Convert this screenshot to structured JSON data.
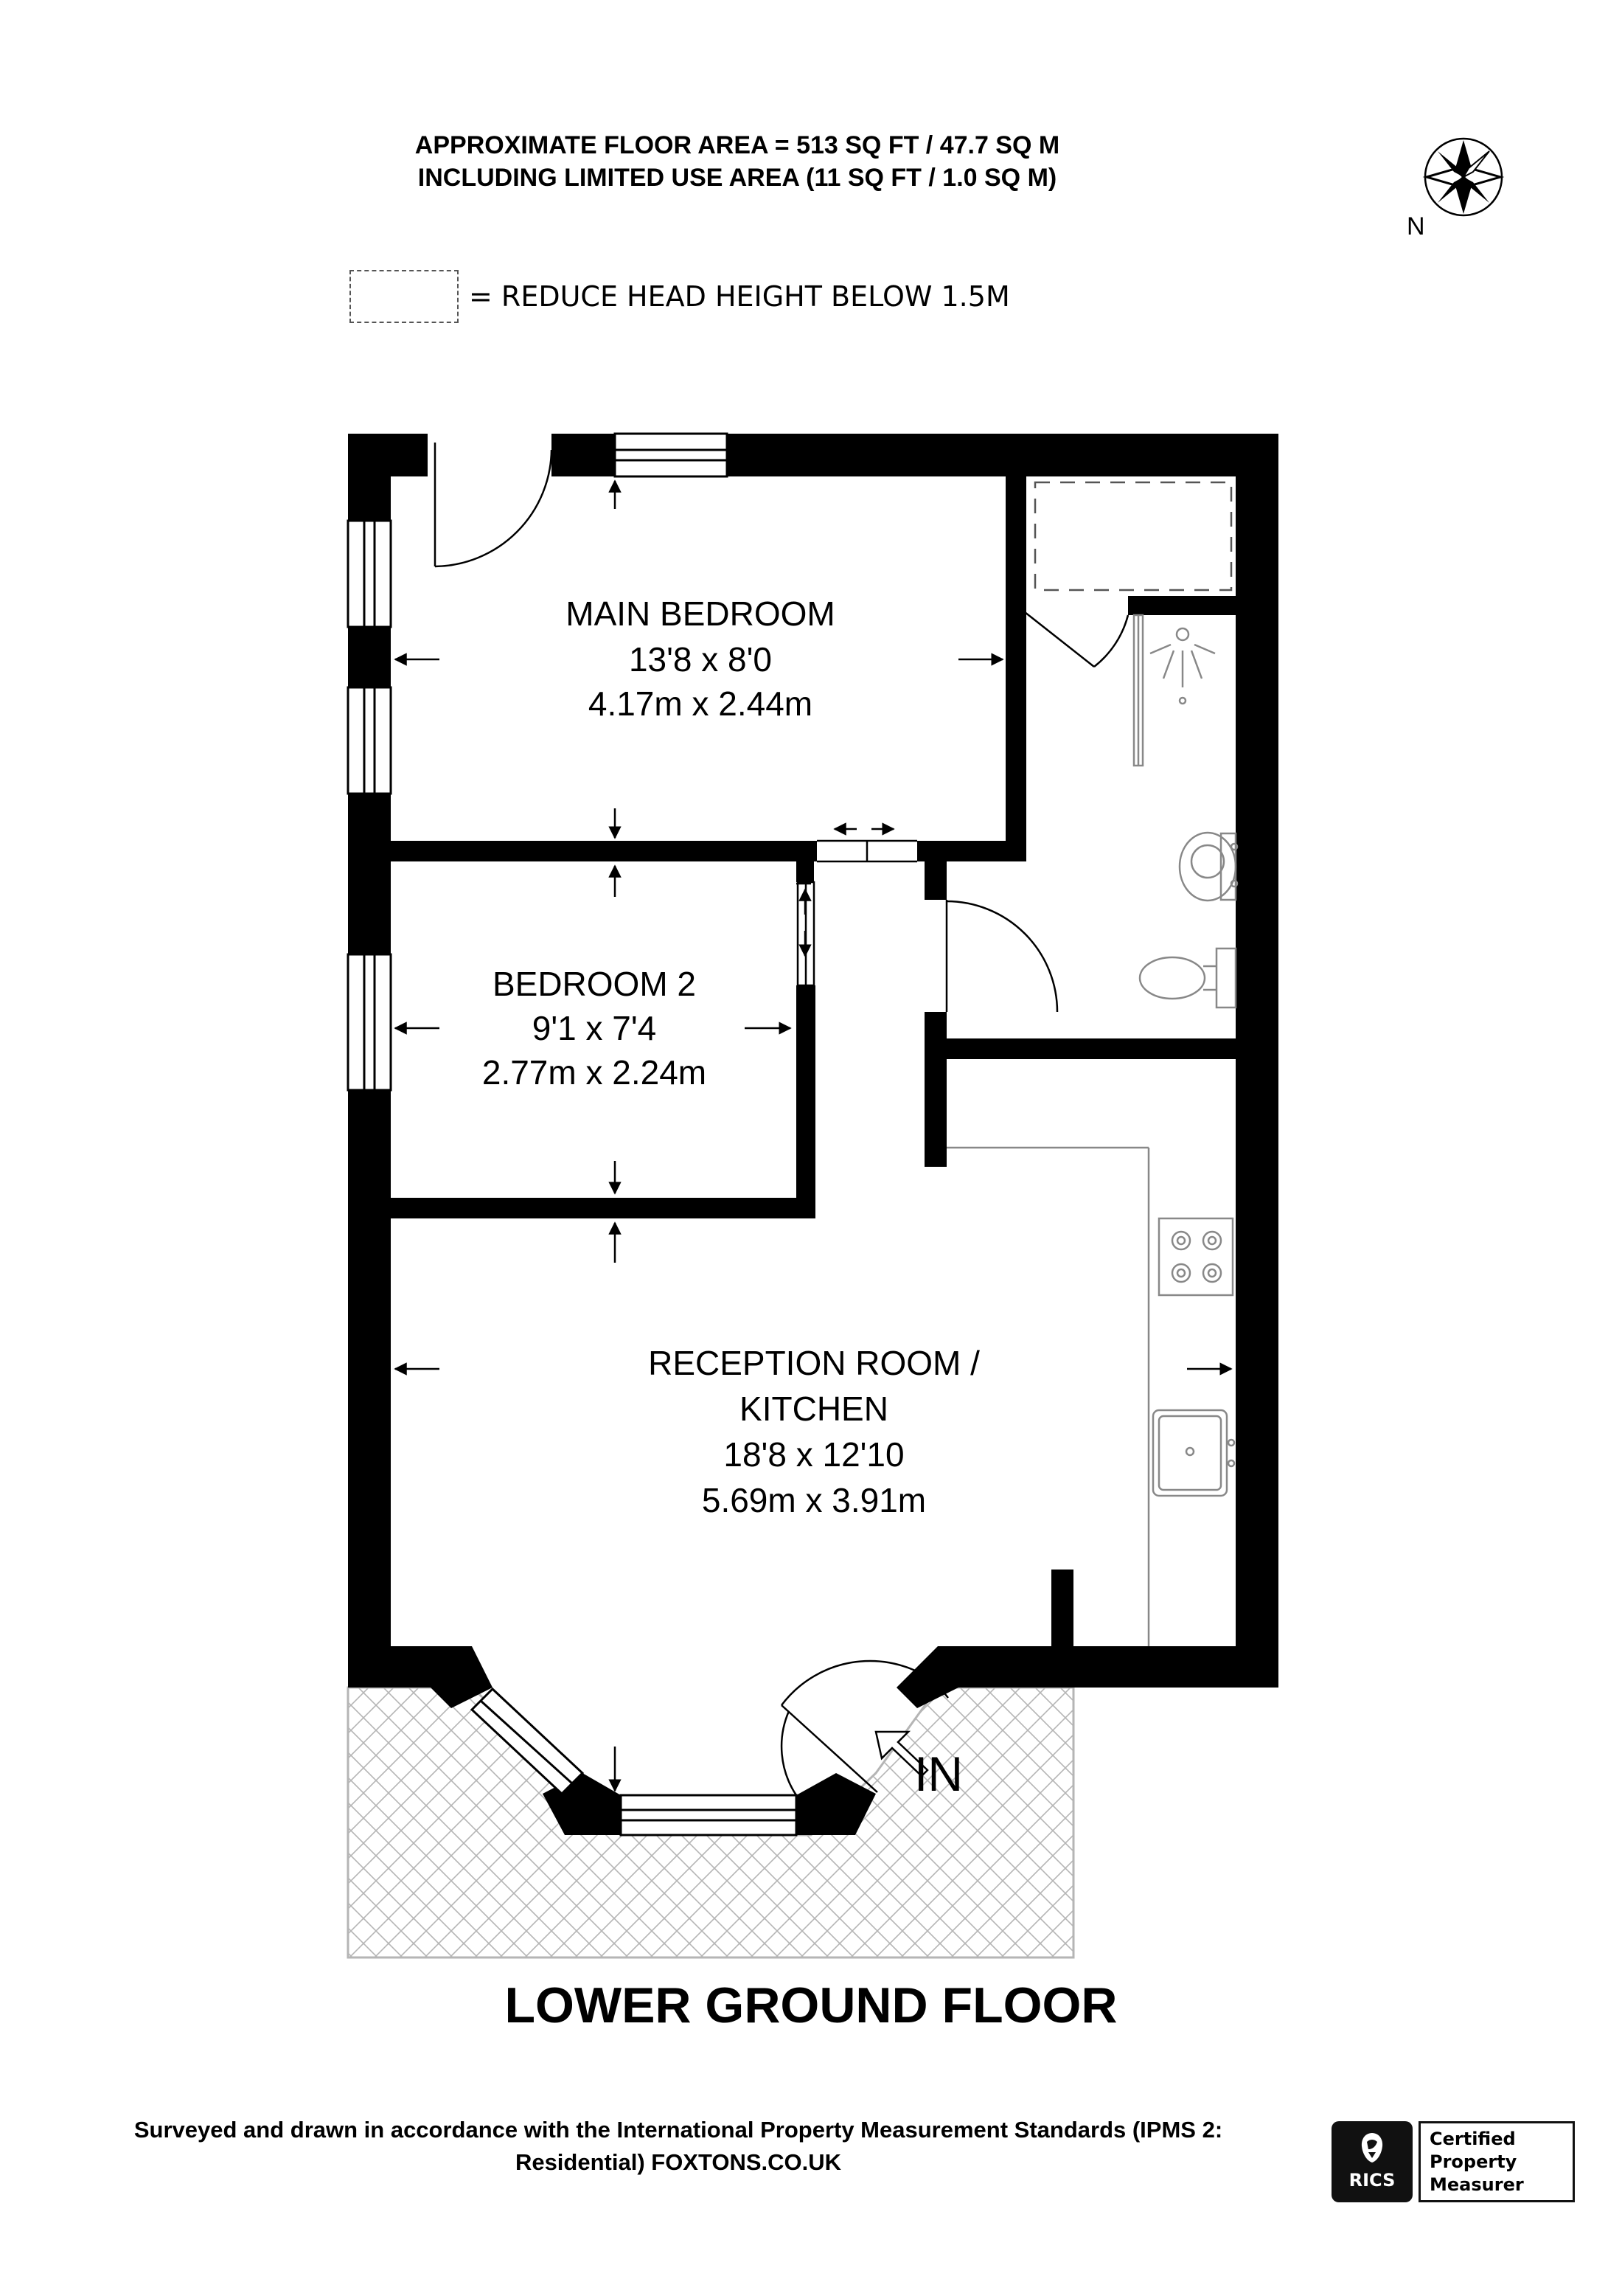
{
  "header": {
    "line1": "APPROXIMATE FLOOR AREA = 513 SQ FT / 47.7 SQ M",
    "line2": "INCLUDING LIMITED USE AREA (11 SQ FT / 1.0 SQ M)"
  },
  "legend": {
    "text": "= REDUCE HEAD HEIGHT BELOW 1.5M"
  },
  "compass": {
    "label": "N",
    "icon": "compass-rose-icon"
  },
  "rooms": {
    "main_bedroom": {
      "name": "MAIN BEDROOM",
      "imperial": "13'8 x 8'0",
      "metric": "4.17m x 2.44m"
    },
    "bedroom_2": {
      "name": "BEDROOM 2",
      "imperial": "9'1 x 7'4",
      "metric": "2.77m x 2.24m"
    },
    "reception": {
      "name_line1": "RECEPTION ROOM /",
      "name_line2": "KITCHEN",
      "imperial": "18'8 x 12'10",
      "metric": "5.69m x 3.91m"
    }
  },
  "entrance_label": "IN",
  "floor_title": "LOWER GROUND FLOOR",
  "footer": {
    "line1": "Surveyed and drawn in accordance with the International Property Measurement Standards (IPMS 2:",
    "line2": "Residential) FOXTONS.CO.UK"
  },
  "badge": {
    "logo_text": "RICS",
    "line1": "Certified",
    "line2": "Property",
    "line3": "Measurer"
  },
  "colors": {
    "wall": "#000000",
    "fixture_line": "#888888",
    "hatch": "#b5b5b5"
  }
}
